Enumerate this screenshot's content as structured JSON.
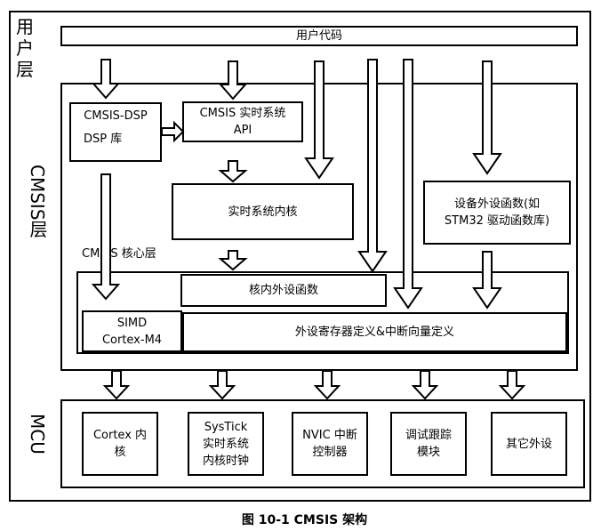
{
  "layers": {
    "user": "用户层",
    "cmsis": "CMSIS层",
    "mcu": "MCU"
  },
  "blocks": {
    "user_code": "用户代码",
    "dsp_line1": "CMSIS-DSP",
    "dsp_line2": "DSP 库",
    "rtos_api": "CMSIS 实时系统\nAPI",
    "rtos_kernel": "实时系统内核",
    "device_periph": "设备外设函数(如\nSTM32 驱动函数库)",
    "core_label": "CMSIS 核心层",
    "core_periph": "核内外设函数",
    "simd": "SIMD\nCortex-M4",
    "periph_regs": "外设寄存器定义&中断向量定义"
  },
  "mcu_blocks": [
    "Cortex 内\n核",
    "SysTick\n实时系统\n内核时钟",
    "NVIC 中断\n控制器",
    "调试跟踪\n模块",
    "其它外设"
  ],
  "caption": "图 10-1 CMSIS 架构"
}
